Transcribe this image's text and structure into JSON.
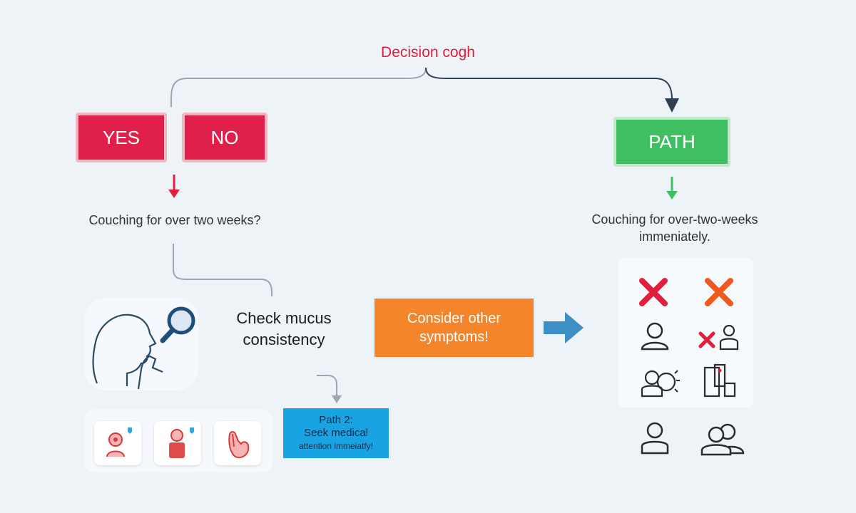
{
  "diagram": {
    "title": "Decision cogh",
    "yes_label": "YES",
    "no_label": "NO",
    "path_label": "PATH",
    "question_left": "Couching for over two weeks?",
    "question_right_line1": "Couching for over-two-weeks",
    "question_right_line2": "immeniately.",
    "check_line1": "Check mucus",
    "check_line2": "consistency",
    "consider_line1": "Consider other",
    "consider_line2": "symptoms!",
    "path2_line1": "Path 2:",
    "path2_line2": "Seek medical",
    "path2_line3": "attention immeiatfy!"
  },
  "colors": {
    "red": "#e01f4a",
    "green": "#3fbf62",
    "orange": "#f5852a",
    "blue": "#1aa3e3",
    "arrow_blue": "#3d8fc4",
    "line": "#9aa6b2"
  },
  "icons": {
    "head_card": [
      "head-profile-icon",
      "magnifier-icon"
    ],
    "small_tiles": [
      "person-badge-icon",
      "person-torso-icon",
      "hand-icon"
    ],
    "right_grid": [
      "x-mark-icon",
      "x-mark-icon",
      "person-icon",
      "x-person-icon",
      "person-group-icon",
      "device-icon"
    ],
    "bottom_right": [
      "person-icon",
      "people-icon"
    ]
  }
}
